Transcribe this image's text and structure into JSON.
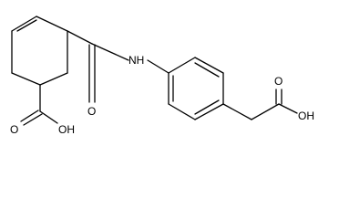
{
  "molecule": {
    "atom_labels": {
      "nh": "NH",
      "amide_o": "O",
      "ring_acid_o": "O",
      "ring_acid_oh": "OH",
      "side_acid_o": "O",
      "side_acid_oh": "OH"
    }
  },
  "style": {
    "bond_color": "#000000",
    "background": "#ffffff"
  }
}
